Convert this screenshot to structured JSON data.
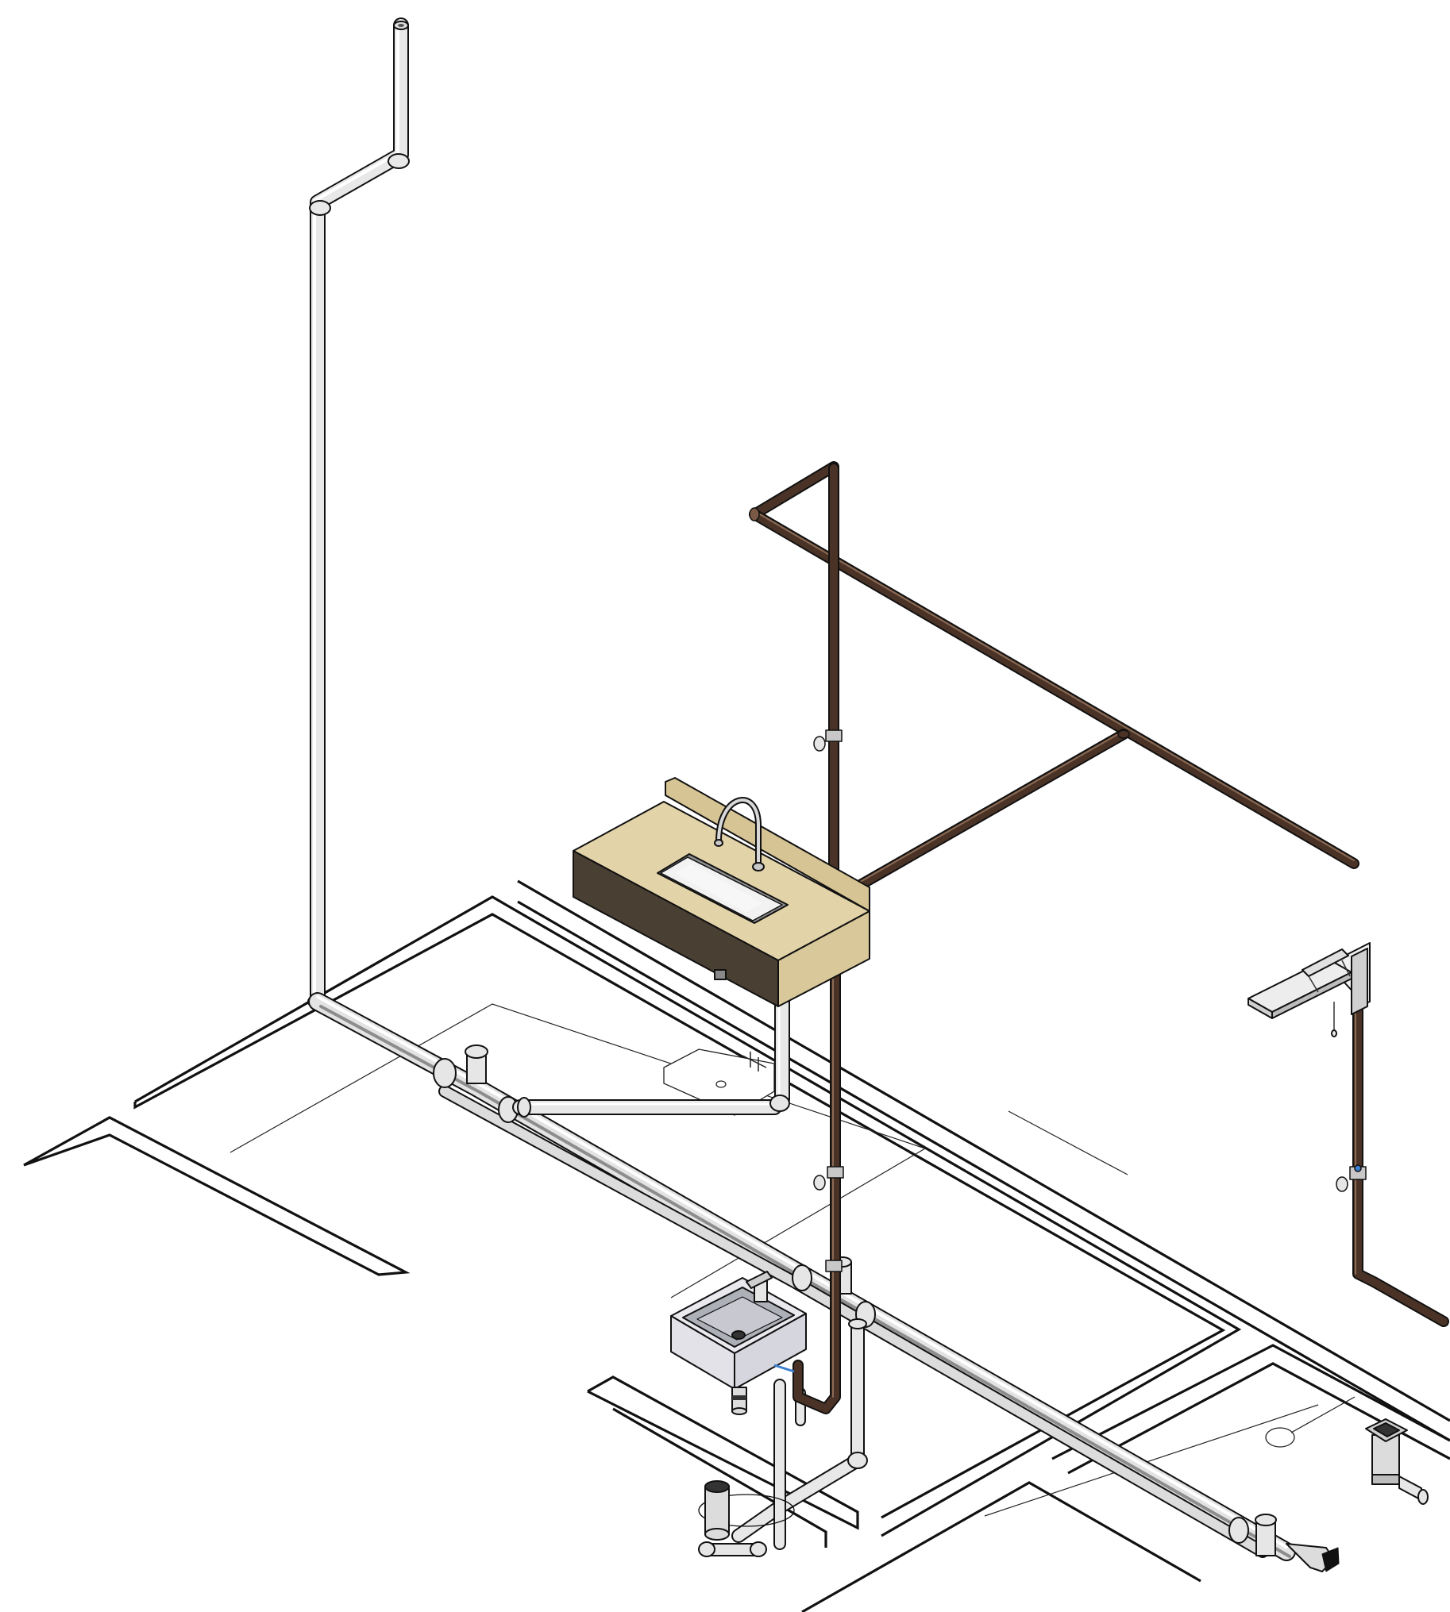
{
  "diagram": {
    "type": "isometric-plumbing-drawing",
    "colors": {
      "background": "#ffffff",
      "outline": "#111111",
      "pvc_pipe": "#e6e6e6",
      "pvc_highlight": "#ffffff",
      "pvc_shadow": "#8a8a8a",
      "copper_pipe": "#4a3326",
      "copper_highlight": "#8a6a55",
      "countertop_top": "#e3d3a8",
      "countertop_front": "#d9c89a",
      "countertop_side": "#4a3f33",
      "basin": "#f2f2f2",
      "basin_inner": "#8e8e8e",
      "tank": "#e9e9ee",
      "tank_inner": "#aeb0b8",
      "valve_blue": "#3a7fd0"
    },
    "components": [
      {
        "id": "vent-stack",
        "kind": "pvc-vent-pipe"
      },
      {
        "id": "sewer-main",
        "kind": "pvc-drain-pipe"
      },
      {
        "id": "sink-drain",
        "kind": "pvc-drain-pipe"
      },
      {
        "id": "tank-drain",
        "kind": "pvc-drain-pipe"
      },
      {
        "id": "cold-water-main",
        "kind": "copper-pipe"
      },
      {
        "id": "cold-water-riser",
        "kind": "copper-pipe"
      },
      {
        "id": "wall-riser-right",
        "kind": "copper-pipe"
      },
      {
        "id": "kitchen-countertop",
        "kind": "fixture"
      },
      {
        "id": "laundry-tank",
        "kind": "fixture"
      },
      {
        "id": "wall-fixture-right",
        "kind": "fixture"
      },
      {
        "id": "floor-drain-left",
        "kind": "drain-box"
      },
      {
        "id": "floor-drain-right",
        "kind": "drain-box"
      },
      {
        "id": "inspection-box",
        "kind": "drain-box"
      }
    ]
  }
}
